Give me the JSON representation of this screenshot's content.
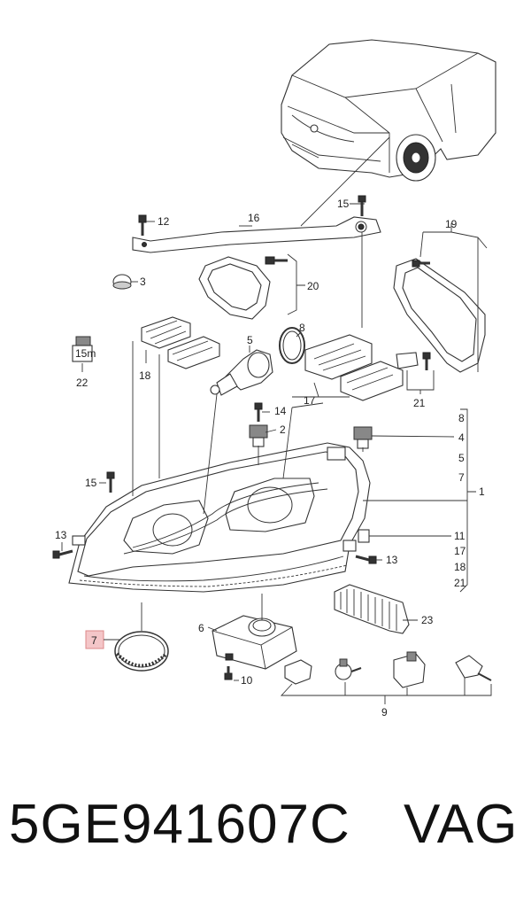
{
  "callouts": {
    "c1": "1",
    "c2": "2",
    "c3": "3",
    "c4": "4",
    "c5": "5",
    "c5b": "5",
    "c6": "6",
    "c7": "7",
    "c7b": "7",
    "c8": "8",
    "c8b": "8",
    "c9": "9",
    "c10": "10",
    "c11": "11",
    "c12": "12",
    "c13a": "13",
    "c13b": "13",
    "c14": "14",
    "c15a": "15",
    "c15b": "15",
    "c16": "16",
    "c17": "17",
    "c17b": "17",
    "c18": "18",
    "c18b": "18",
    "c19": "19",
    "c20": "20",
    "c21": "21",
    "c21b": "21",
    "c22": "22",
    "c23": "23"
  },
  "bulb_label": "15m",
  "caption": {
    "part_number": "5GE941607C",
    "brand": "VAG"
  }
}
